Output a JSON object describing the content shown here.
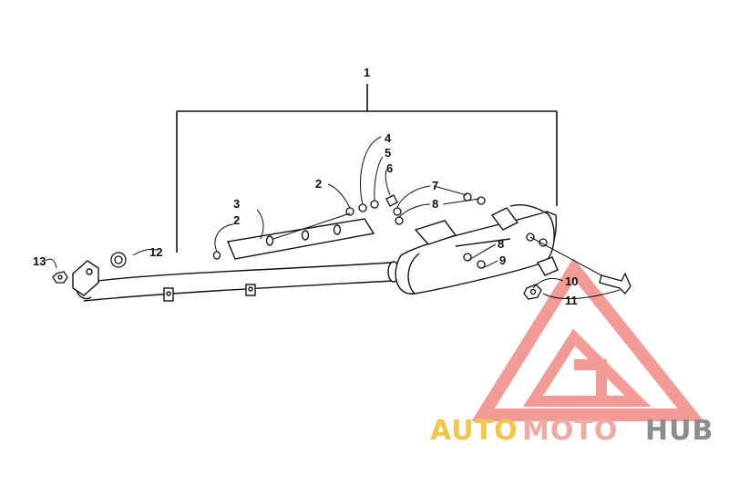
{
  "callouts": {
    "c1": "1",
    "c2a": "2",
    "c2b": "2",
    "c3": "3",
    "c4": "4",
    "c5": "5",
    "c6": "6",
    "c7": "7",
    "c8a": "8",
    "c8b": "8",
    "c9": "9",
    "c10": "10",
    "c11": "11",
    "c12": "12",
    "c13": "13"
  },
  "watermark": {
    "part1": "AUTO",
    "part2": "MOTO",
    "part3": "HUB",
    "colors": {
      "auto": "#f2c64c",
      "moto": "#f0a9a3",
      "hub": "#8c8c8c",
      "triangle": "#f08a84"
    }
  },
  "colors": {
    "line": "#111111",
    "background": "#ffffff"
  }
}
